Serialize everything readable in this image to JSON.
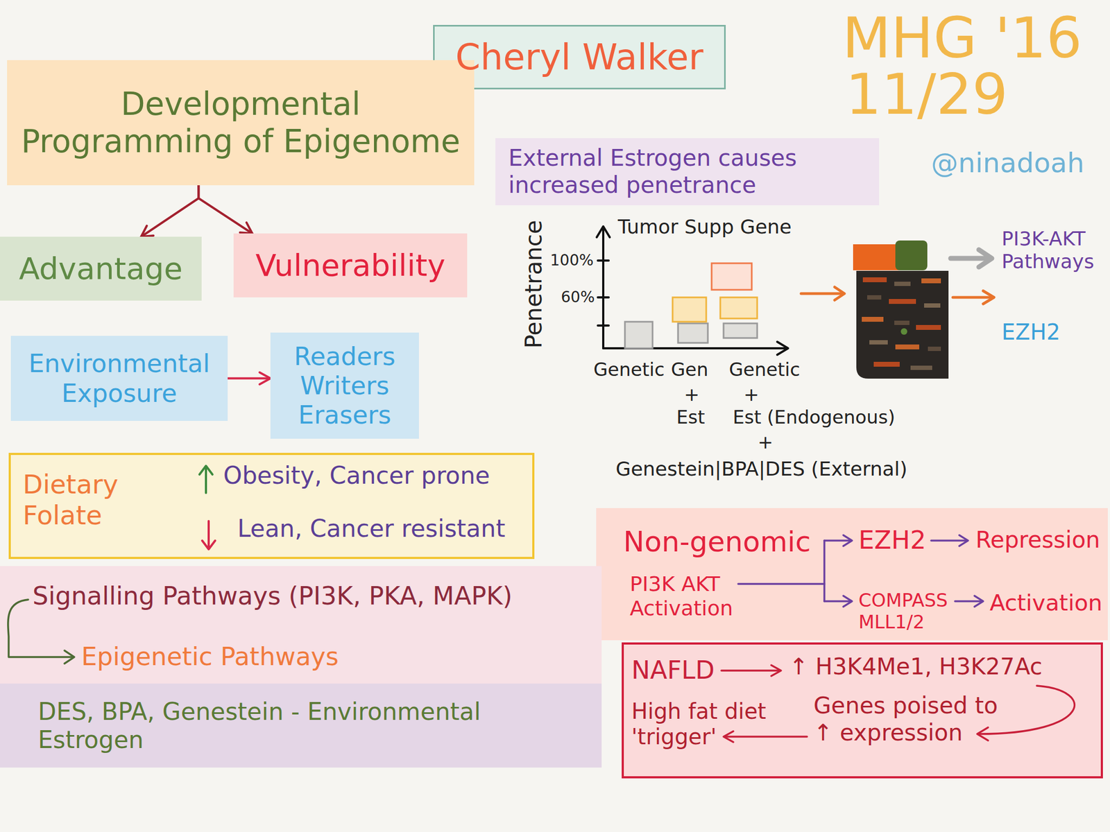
{
  "diagram": {
    "nodes": [
      {
        "text": [
          "Cheryl Walker"
        ]
      },
      {
        "text": [
          "Developmental Programming of Epigenome"
        ]
      },
      {
        "text": [
          "External Estrogen causes increased penetrance"
        ]
      },
      {
        "text": [
          "Advantage"
        ]
      },
      {
        "text": [
          "Vulnerability"
        ]
      },
      {
        "text": [
          "Environmental Exposure"
        ]
      },
      {
        "text": [
          "Readers Writers Erasers"
        ]
      },
      {
        "text": [
          "Dietary Folate",
          "Obesity, Cancer prone",
          "Lean, Cancer resistant"
        ]
      },
      {
        "text": [
          "Non-genomic",
          "PI3K AKT Activation",
          "EZH2",
          "Repression",
          "COMPASS MLL1/2",
          "Activation"
        ]
      },
      {
        "text": [
          "Signalling Pathways (PI3K, PKA, MAPK)",
          "Epigenetic Pathways"
        ]
      },
      {
        "text": [
          "NAFLD",
          "↑ H3K4Me1, H3K27Ac",
          "Genes poised to ↑ expression",
          "High fat diet 'trigger'"
        ]
      },
      {
        "text": [
          "DES, BPA, Genestein - Environmental Estrogen"
        ]
      }
    ],
    "edges": [
      {
        "from": 1,
        "to": 3,
        "arrow": "to"
      },
      {
        "from": 1,
        "to": 4,
        "arrow": "to"
      },
      {
        "from": 5,
        "to": 6,
        "arrow": "to"
      }
    ],
    "labels": [
      "MHG '16",
      "11/29",
      "@ninadoah",
      "Penetrance",
      "Tumor Supp Gene",
      "100%",
      "60%",
      "Genetic",
      "Gen",
      "+",
      "Est",
      "Genetic",
      "+",
      "Est (Endogenous)",
      "+",
      "Genestein|BPA|DES (External)",
      "PI3K-AKT Pathways",
      "EZH2"
    ]
  }
}
